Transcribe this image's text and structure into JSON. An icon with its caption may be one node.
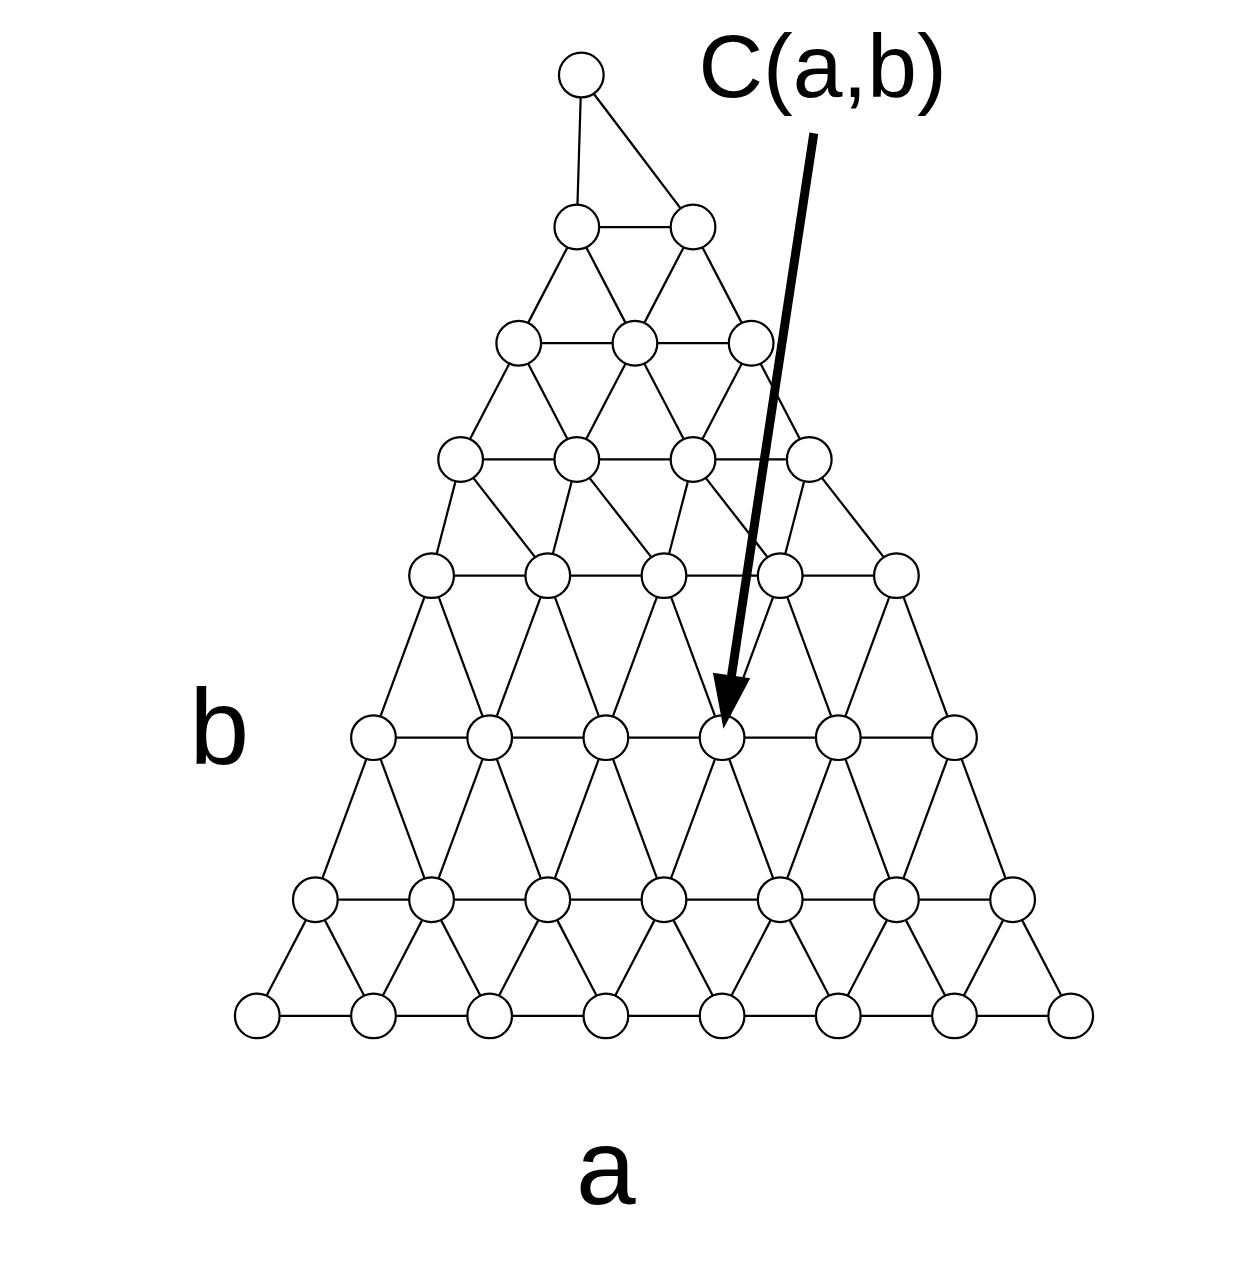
{
  "diagram": {
    "nodes": [
      {
        "text": [],
        "shape": "circle"
      },
      {
        "text": [],
        "shape": "circle"
      },
      {
        "text": [],
        "shape": "circle"
      },
      {
        "text": [],
        "shape": "circle"
      },
      {
        "text": [],
        "shape": "circle"
      },
      {
        "text": [],
        "shape": "circle"
      },
      {
        "text": [],
        "shape": "circle"
      },
      {
        "text": [],
        "shape": "circle"
      },
      {
        "text": [],
        "shape": "circle"
      },
      {
        "text": [],
        "shape": "circle"
      },
      {
        "text": [],
        "shape": "circle"
      },
      {
        "text": [],
        "shape": "circle"
      },
      {
        "text": [],
        "shape": "circle"
      },
      {
        "text": [],
        "shape": "circle"
      },
      {
        "text": [],
        "shape": "circle"
      },
      {
        "text": [],
        "shape": "circle"
      },
      {
        "text": [],
        "shape": "circle"
      },
      {
        "text": [],
        "shape": "circle"
      },
      {
        "text": [],
        "shape": "circle"
      },
      {
        "text": [],
        "shape": "circle"
      },
      {
        "text": [],
        "shape": "circle"
      },
      {
        "text": [],
        "shape": "circle"
      },
      {
        "text": [],
        "shape": "circle"
      },
      {
        "text": [],
        "shape": "circle"
      },
      {
        "text": [],
        "shape": "circle"
      },
      {
        "text": [],
        "shape": "circle"
      },
      {
        "text": [],
        "shape": "circle"
      },
      {
        "text": [],
        "shape": "circle"
      },
      {
        "text": [],
        "shape": "circle"
      },
      {
        "text": [],
        "shape": "circle"
      },
      {
        "text": [],
        "shape": "circle"
      },
      {
        "text": [],
        "shape": "circle"
      },
      {
        "text": [],
        "shape": "circle"
      },
      {
        "text": [],
        "shape": "circle"
      },
      {
        "text": [],
        "shape": "circle"
      },
      {
        "text": [],
        "shape": "circle"
      },
      {
        "text": [
          "C(a,b)"
        ]
      }
    ],
    "edges": [
      {
        "from": 0,
        "to": 1,
        "arrow": "none"
      },
      {
        "from": 0,
        "to": 2,
        "arrow": "none"
      },
      {
        "from": 1,
        "to": 2,
        "arrow": "none"
      },
      {
        "from": 1,
        "to": 3,
        "arrow": "none"
      },
      {
        "from": 2,
        "to": 4,
        "arrow": "none"
      },
      {
        "from": 1,
        "to": 4,
        "arrow": "none"
      },
      {
        "from": 2,
        "to": 5,
        "arrow": "none"
      },
      {
        "from": 3,
        "to": 4,
        "arrow": "none"
      },
      {
        "from": 4,
        "to": 5,
        "arrow": "none"
      },
      {
        "from": 3,
        "to": 6,
        "arrow": "none"
      },
      {
        "from": 4,
        "to": 7,
        "arrow": "none"
      },
      {
        "from": 5,
        "to": 8,
        "arrow": "none"
      },
      {
        "from": 3,
        "to": 7,
        "arrow": "none"
      },
      {
        "from": 4,
        "to": 8,
        "arrow": "none"
      },
      {
        "from": 5,
        "to": 9,
        "arrow": "none"
      },
      {
        "from": 6,
        "to": 7,
        "arrow": "none"
      },
      {
        "from": 7,
        "to": 8,
        "arrow": "none"
      },
      {
        "from": 8,
        "to": 9,
        "arrow": "none"
      },
      {
        "from": 6,
        "to": 10,
        "arrow": "none"
      },
      {
        "from": 7,
        "to": 11,
        "arrow": "none"
      },
      {
        "from": 8,
        "to": 12,
        "arrow": "none"
      },
      {
        "from": 9,
        "to": 13,
        "arrow": "none"
      },
      {
        "from": 6,
        "to": 11,
        "arrow": "none"
      },
      {
        "from": 7,
        "to": 12,
        "arrow": "none"
      },
      {
        "from": 8,
        "to": 13,
        "arrow": "none"
      },
      {
        "from": 9,
        "to": 14,
        "arrow": "none"
      },
      {
        "from": 10,
        "to": 11,
        "arrow": "none"
      },
      {
        "from": 11,
        "to": 12,
        "arrow": "none"
      },
      {
        "from": 12,
        "to": 13,
        "arrow": "none"
      },
      {
        "from": 13,
        "to": 14,
        "arrow": "none"
      },
      {
        "from": 10,
        "to": 15,
        "arrow": "none"
      },
      {
        "from": 11,
        "to": 16,
        "arrow": "none"
      },
      {
        "from": 12,
        "to": 17,
        "arrow": "none"
      },
      {
        "from": 13,
        "to": 18,
        "arrow": "none"
      },
      {
        "from": 14,
        "to": 19,
        "arrow": "none"
      },
      {
        "from": 10,
        "to": 16,
        "arrow": "none"
      },
      {
        "from": 11,
        "to": 17,
        "arrow": "none"
      },
      {
        "from": 12,
        "to": 18,
        "arrow": "none"
      },
      {
        "from": 13,
        "to": 19,
        "arrow": "none"
      },
      {
        "from": 14,
        "to": 20,
        "arrow": "none"
      },
      {
        "from": 15,
        "to": 16,
        "arrow": "none"
      },
      {
        "from": 16,
        "to": 17,
        "arrow": "none"
      },
      {
        "from": 17,
        "to": 18,
        "arrow": "none"
      },
      {
        "from": 18,
        "to": 19,
        "arrow": "none"
      },
      {
        "from": 19,
        "to": 20,
        "arrow": "none"
      },
      {
        "from": 15,
        "to": 21,
        "arrow": "none"
      },
      {
        "from": 16,
        "to": 22,
        "arrow": "none"
      },
      {
        "from": 17,
        "to": 23,
        "arrow": "none"
      },
      {
        "from": 18,
        "to": 24,
        "arrow": "none"
      },
      {
        "from": 19,
        "to": 25,
        "arrow": "none"
      },
      {
        "from": 20,
        "to": 26,
        "arrow": "none"
      },
      {
        "from": 15,
        "to": 22,
        "arrow": "none"
      },
      {
        "from": 16,
        "to": 23,
        "arrow": "none"
      },
      {
        "from": 17,
        "to": 24,
        "arrow": "none"
      },
      {
        "from": 18,
        "to": 25,
        "arrow": "none"
      },
      {
        "from": 19,
        "to": 26,
        "arrow": "none"
      },
      {
        "from": 20,
        "to": 27,
        "arrow": "none"
      },
      {
        "from": 21,
        "to": 22,
        "arrow": "none"
      },
      {
        "from": 22,
        "to": 23,
        "arrow": "none"
      },
      {
        "from": 23,
        "to": 24,
        "arrow": "none"
      },
      {
        "from": 24,
        "to": 25,
        "arrow": "none"
      },
      {
        "from": 25,
        "to": 26,
        "arrow": "none"
      },
      {
        "from": 26,
        "to": 27,
        "arrow": "none"
      },
      {
        "from": 21,
        "to": 28,
        "arrow": "none"
      },
      {
        "from": 22,
        "to": 29,
        "arrow": "none"
      },
      {
        "from": 23,
        "to": 30,
        "arrow": "none"
      },
      {
        "from": 24,
        "to": 31,
        "arrow": "none"
      },
      {
        "from": 25,
        "to": 32,
        "arrow": "none"
      },
      {
        "from": 26,
        "to": 33,
        "arrow": "none"
      },
      {
        "from": 27,
        "to": 34,
        "arrow": "none"
      },
      {
        "from": 21,
        "to": 29,
        "arrow": "none"
      },
      {
        "from": 22,
        "to": 30,
        "arrow": "none"
      },
      {
        "from": 23,
        "to": 31,
        "arrow": "none"
      },
      {
        "from": 24,
        "to": 32,
        "arrow": "none"
      },
      {
        "from": 25,
        "to": 33,
        "arrow": "none"
      },
      {
        "from": 26,
        "to": 34,
        "arrow": "none"
      },
      {
        "from": 27,
        "to": 35,
        "arrow": "none"
      },
      {
        "from": 28,
        "to": 29,
        "arrow": "none"
      },
      {
        "from": 29,
        "to": 30,
        "arrow": "none"
      },
      {
        "from": 30,
        "to": 31,
        "arrow": "none"
      },
      {
        "from": 31,
        "to": 32,
        "arrow": "none"
      },
      {
        "from": 32,
        "to": 33,
        "arrow": "none"
      },
      {
        "from": 33,
        "to": 34,
        "arrow": "none"
      },
      {
        "from": 34,
        "to": 35,
        "arrow": "none"
      },
      {
        "from": 36,
        "to": 18,
        "arrow": "to",
        "style": "thick"
      }
    ],
    "labels": [
      "b",
      "a"
    ]
  }
}
